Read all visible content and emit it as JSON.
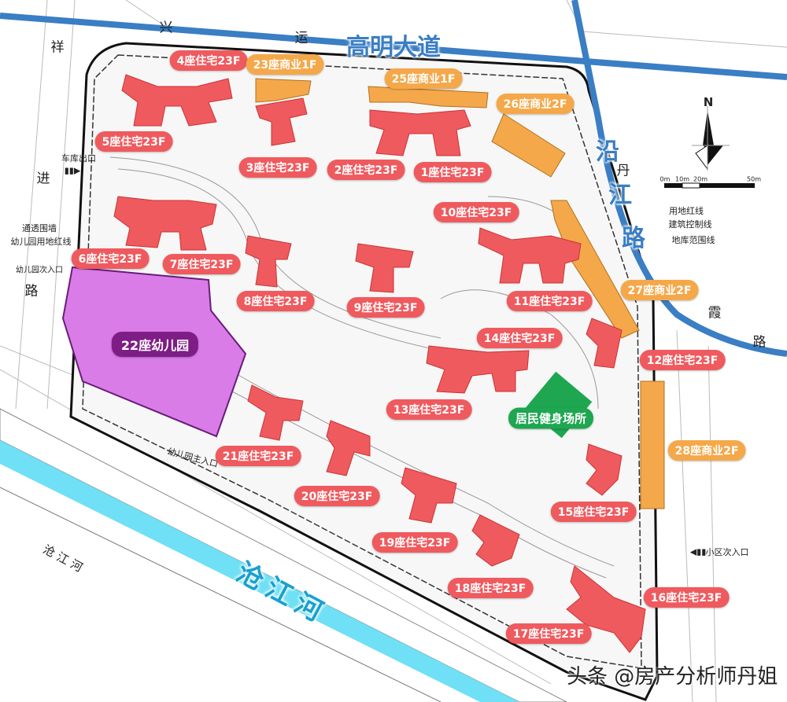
{
  "roads": {
    "gaoming": "高明大道",
    "yanjiang": [
      "沿",
      "江",
      "路"
    ],
    "river": "沧江河",
    "river_small": "沧 江 河"
  },
  "streets": [
    "兴",
    "运",
    "祥",
    "进",
    "路",
    "丹",
    "霞",
    "路"
  ],
  "annotations": {
    "garage_exit": "车库出口",
    "fence": "通透围墙",
    "kg_redline": "幼儿园用地红线",
    "kg_side_entry": "幼儿园次入口",
    "kg_main_entry": "幼儿园主入口",
    "side_entry": "小区次入口"
  },
  "legend": {
    "north": "N",
    "scale": [
      "0m",
      "10m",
      "20m",
      "50m"
    ],
    "items": [
      "用地红线",
      "建筑控制线",
      "地库范围线"
    ]
  },
  "buildings": {
    "b4": "4座住宅23F",
    "b23": "23座商业1F",
    "b25": "25座商业1F",
    "b26": "26座商业2F",
    "b5": "5座住宅23F",
    "b3": "3座住宅23F",
    "b2": "2座住宅23F",
    "b1": "1座住宅23F",
    "b10": "10座住宅23F",
    "b6": "6座住宅23F",
    "b7": "7座住宅23F",
    "b8": "8座住宅23F",
    "b9": "9座住宅23F",
    "b11": "11座住宅23F",
    "b27": "27座商业2F",
    "b14": "14座住宅23F",
    "b12": "12座住宅23F",
    "b22": "22座幼儿园",
    "b13": "13座住宅23F",
    "gym": "居民健身场所",
    "b21": "21座住宅23F",
    "b28": "28座商业2F",
    "b20": "20座住宅23F",
    "b15": "15座住宅23F",
    "b19": "19座住宅23F",
    "b18": "18座住宅23F",
    "b16": "16座住宅23F",
    "b17": "17座住宅23F"
  },
  "colors": {
    "residential": "#ef5a5e",
    "commercial": "#f5a84a",
    "kindergarten": "#d97ce8",
    "gym": "#1ea651",
    "road": "#3a7ec4",
    "river": "#6fe0f5"
  },
  "watermark": "头条 @房产分析师丹姐"
}
